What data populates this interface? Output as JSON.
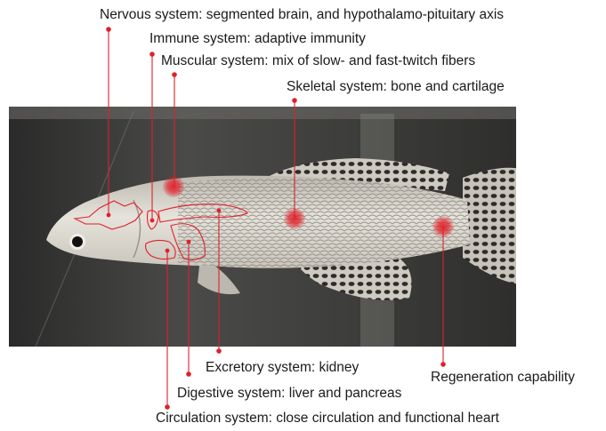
{
  "labels": {
    "nervous": "Nervous system: segmented brain, and hypothalamo-pituitary axis",
    "immune": "Immune system: adaptive immunity",
    "muscular": "Muscular system: mix of slow- and fast-twitch fibers",
    "skeletal": "Skeletal system: bone and cartilage",
    "excretory": "Excretory system: kidney",
    "regeneration": "Regeneration capability",
    "digestive": "Digestive system: liver and pancreas",
    "circulation": "Circulation system: close circulation and functional heart"
  },
  "colors": {
    "annotation": "#e0202a",
    "text": "#1a1a1a",
    "photo_bg": "#3b3b3b",
    "fish_body": "#d9d6cf"
  }
}
